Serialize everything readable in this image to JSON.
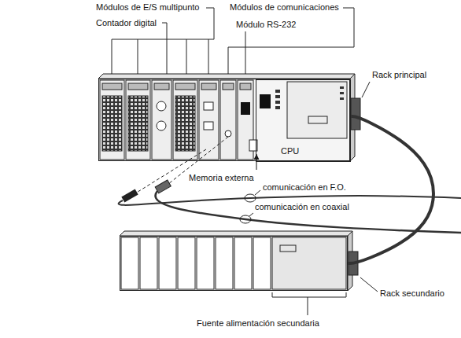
{
  "diagram": {
    "nodes": [
      {
        "text": [
          "Rack principal"
        ]
      },
      {
        "text": [
          "CPU"
        ],
        "in": 0
      },
      {
        "text": [
          "Rack secundario"
        ]
      }
    ],
    "edges": [
      {
        "from": 0,
        "to": 2,
        "arrow": "none"
      }
    ],
    "labels": [
      "Módulos de E/S multipunto",
      "Contador digital",
      "Módulos de comunicaciones",
      "Módulo RS-232",
      "Memoria externa",
      "comunicación en F.O.",
      "comunicación en coaxial",
      "Fuente alimentación secundaria"
    ]
  }
}
